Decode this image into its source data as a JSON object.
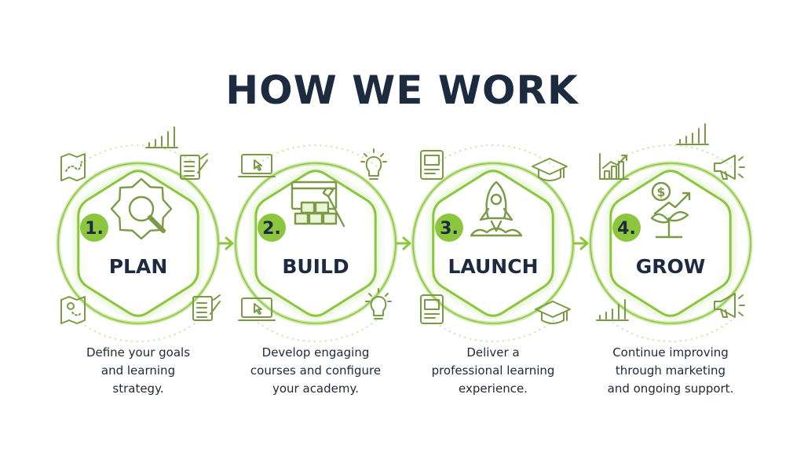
{
  "title": "HOW WE WORK",
  "colors": {
    "accent": "#8cc63f",
    "accent_light": "#c9e6a0",
    "ink": "#1c2b3f",
    "icon": "#7a9a45"
  },
  "steps": [
    {
      "number": "1.",
      "label": "PLAN",
      "description": "Define your goals\nand learning\nstrategy.",
      "main_icon": "gear-magnifier-icon",
      "side_icons": [
        "map-icon",
        "notepad-pencil-icon",
        "bar-chart-icon",
        "map-pin-icon",
        "notepad-pencil-icon"
      ]
    },
    {
      "number": "2.",
      "label": "BUILD",
      "description": "Develop engaging\ncourses and configure\nyour academy.",
      "main_icon": "blocks-wrench-icon",
      "side_icons": [
        "laptop-cursor-icon",
        "lightbulb-icon",
        "laptop-cursor-icon",
        "lightbulb-icon"
      ]
    },
    {
      "number": "3.",
      "label": "LAUNCH",
      "description": "Deliver a\nprofessional learning\nexperience.",
      "main_icon": "rocket-icon",
      "side_icons": [
        "tablet-icon",
        "graduation-cap-icon",
        "tablet-icon",
        "graduation-cap-icon"
      ]
    },
    {
      "number": "4.",
      "label": "GROW",
      "description": "Continue improving\nthrough marketing\nand ongoing support.",
      "main_icon": "growth-plant-icon",
      "side_icons": [
        "bar-chart-trend-icon",
        "megaphone-icon",
        "bar-chart-icon",
        "megaphone-icon",
        "bar-chart-icon"
      ]
    }
  ],
  "connector_icon": "arrow-right-icon"
}
